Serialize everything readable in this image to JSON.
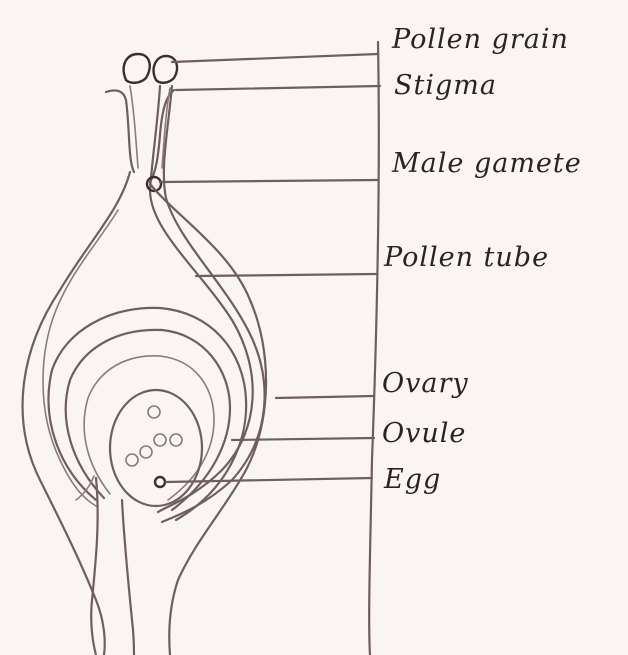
{
  "labels": {
    "pollen_grain": "Pollen grain",
    "stigma": "Stigma",
    "male_gamete": "Male gamete",
    "pollen_tube": "Pollen tube",
    "ovary": "Ovary",
    "ovule": "Ovule",
    "egg": "Egg"
  },
  "colors": {
    "paper": "#fbf4f4",
    "pencil": "#6f5e60",
    "text": "#2c2224"
  }
}
